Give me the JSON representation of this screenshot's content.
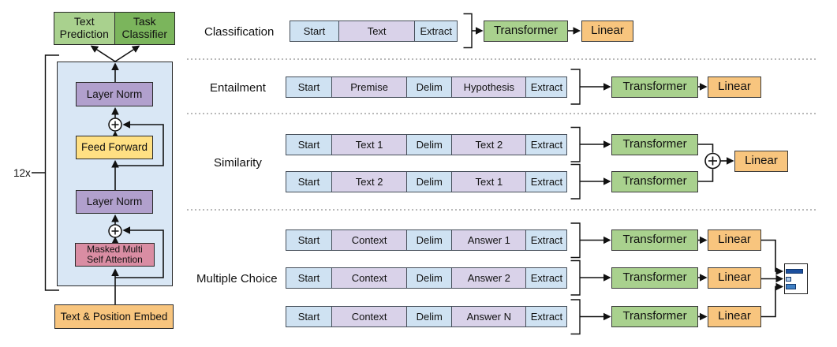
{
  "left_diagram": {
    "text_prediction": "Text Prediction",
    "task_classifier": "Task Classifier",
    "loop_label": "12x",
    "layer_norm_top": "Layer Norm",
    "feed_forward": "Feed Forward",
    "layer_norm_bottom": "Layer Norm",
    "masked_attention_line1": "Masked Multi",
    "masked_attention_line2": "Self Attention",
    "embed": "Text & Position Embed"
  },
  "tasks": {
    "classification": {
      "label": "Classification",
      "row": [
        "Start",
        "Text",
        "Extract"
      ],
      "transformer": "Transformer",
      "linear": "Linear"
    },
    "entailment": {
      "label": "Entailment",
      "row": [
        "Start",
        "Premise",
        "Delim",
        "Hypothesis",
        "Extract"
      ],
      "transformer": "Transformer",
      "linear": "Linear"
    },
    "similarity": {
      "label": "Similarity",
      "rows": [
        [
          "Start",
          "Text 1",
          "Delim",
          "Text 2",
          "Extract"
        ],
        [
          "Start",
          "Text 2",
          "Delim",
          "Text 1",
          "Extract"
        ]
      ],
      "transformers": [
        "Transformer",
        "Transformer"
      ],
      "linear": "Linear"
    },
    "multiple_choice": {
      "label": "Multiple Choice",
      "rows": [
        [
          "Start",
          "Context",
          "Delim",
          "Answer 1",
          "Extract"
        ],
        [
          "Start",
          "Context",
          "Delim",
          "Answer 2",
          "Extract"
        ],
        [
          "Start",
          "Context",
          "Delim",
          "Answer N",
          "Extract"
        ]
      ],
      "transformers": [
        "Transformer",
        "Transformer",
        "Transformer"
      ],
      "linears": [
        "Linear",
        "Linear",
        "Linear"
      ]
    }
  },
  "colors": {
    "green_light": "#a9d18e",
    "green_dark": "#7bb55c",
    "purple": "#b1a0cd",
    "yellow": "#ffe083",
    "pink": "#d98da3",
    "orange": "#f8c57e",
    "panel_blue": "#d9e7f5",
    "cell_blue": "#cfe2f2",
    "cell_lavender": "#d9d2e9",
    "bar_dark": "#1b4f9e",
    "bar_light": "#aecbe9",
    "bar_mid": "#3f80c4"
  }
}
